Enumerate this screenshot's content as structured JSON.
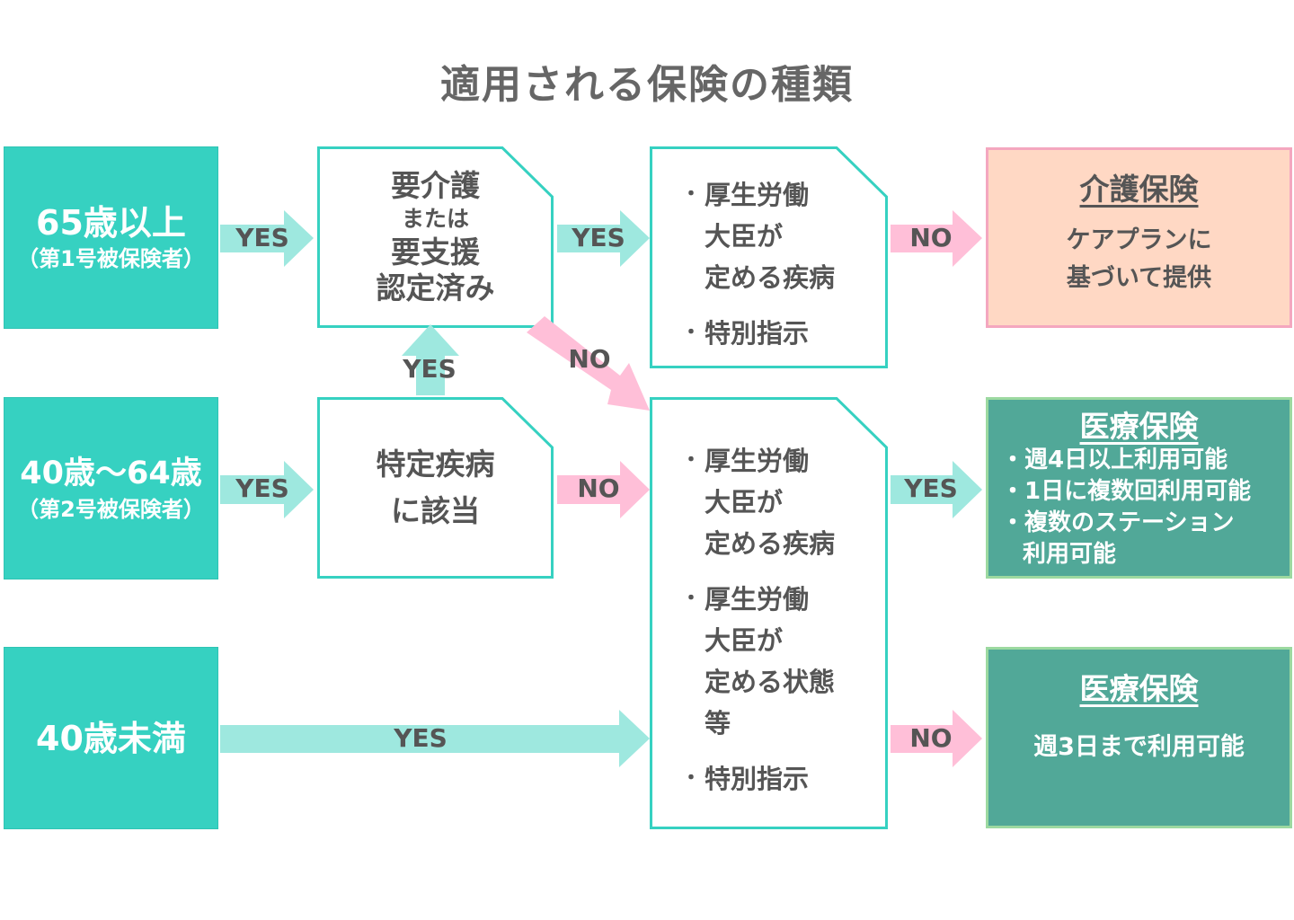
{
  "title": "適用される保険の種類",
  "colors": {
    "teal": "#36d1c1",
    "doc_border": "#36d1c1",
    "arrow_yes": "#9ee8df",
    "arrow_no": "#ffbfd8",
    "care_fill": "#ffd8c4",
    "care_border": "#f4a7bf",
    "medical_fill": "#51a898",
    "medical_border": "#9cd9a0",
    "text_gray": "#555555"
  },
  "age_groups": {
    "g65": {
      "main": "65歳以上",
      "sub": "（第1号被保険者）"
    },
    "g40": {
      "main": "40歳〜64歳",
      "sub": "（第2号被保険者）"
    },
    "under40": {
      "main": "40歳未満"
    }
  },
  "decisions": {
    "care_cert": {
      "l1": "要介護",
      "l2": "または",
      "l3": "要支援",
      "l4": "認定済み"
    },
    "specific_disease": {
      "l1": "特定疾病",
      "l2": "に該当"
    }
  },
  "conditions_a": {
    "items": [
      {
        "bullet": "・",
        "text": "厚生労働\n大臣が\n定める疾病"
      },
      {
        "bullet": "・",
        "text": "特別指示"
      }
    ]
  },
  "conditions_b": {
    "items": [
      {
        "bullet": "・",
        "text": "厚生労働\n大臣が\n定める疾病"
      },
      {
        "bullet": "・",
        "text": "厚生労働\n大臣が\n定める状態\n等"
      },
      {
        "bullet": "・",
        "text": "特別指示"
      }
    ]
  },
  "results": {
    "care": {
      "title": "介護保険",
      "l1": "ケアプランに",
      "l2": "基づいて提供"
    },
    "medical_1": {
      "title": "医療保険",
      "items": [
        "週4日以上利用可能",
        "1日に複数回利用可能",
        "複数のステーション",
        "利用可能"
      ],
      "bullet": "・"
    },
    "medical_2": {
      "title": "医療保険",
      "l1": "週3日まで利用可能"
    }
  },
  "arrows": {
    "yes": "YES",
    "no": "NO"
  }
}
